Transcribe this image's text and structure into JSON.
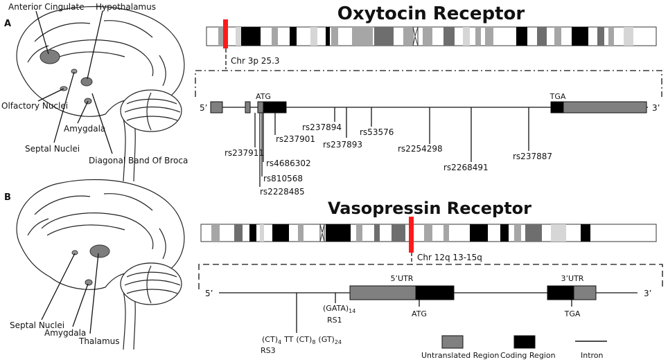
{
  "panel_a": {
    "letter": "A",
    "title": "Oxytocin Receptor",
    "chromosome_label": "Chr 3p 25.3",
    "five_prime": "5’",
    "three_prime": "3’",
    "start_codon": "ATG",
    "stop_codon": "TGA",
    "brain_labels": {
      "anterior_cingulate": "Anterior Cingulate",
      "hypothalamus": "Hypothalamus",
      "olfactory_nuclei": "Olfactory Nuclei",
      "amygdala": "Amygdala",
      "septal_nuclei": "Septal Nuclei",
      "diagonal_band": "Diagonal Band Of Broca"
    },
    "snps": {
      "rs237911": "rs237911",
      "rs237901": "rs237901",
      "rs4686302": "rs4686302",
      "rs810568": "rs810568",
      "rs2228485": "rs2228485",
      "rs237894": "rs237894",
      "rs237893": "rs237893",
      "rs53576": "rs53576",
      "rs2254298": "rs2254298",
      "rs2268491": "rs2268491",
      "rs237887": "rs237887"
    },
    "chromosome_colors": {
      "band_black": "#000000",
      "band_dark": "#6e6e6e",
      "band_mid": "#a6a6a6",
      "band_light": "#d6d6d6",
      "marker": "#ff1a1a"
    }
  },
  "panel_b": {
    "letter": "B",
    "title": "Vasopressin Receptor",
    "chromosome_label": "Chr 12q 13-15q",
    "five_prime": "5’",
    "three_prime": "3’",
    "utr5": "5’UTR",
    "utr3": "3’UTR",
    "start_codon": "ATG",
    "stop_codon": "TGA",
    "gata": "(GATA)",
    "gata_sub": "14",
    "rs1": "RS1",
    "ct_repeat": "(CT)",
    "ct_sub": "4",
    "tt": "TT",
    "ct2": "(CT)",
    "ct2_sub": "8",
    "gt": "(GT)",
    "gt_sub": "24",
    "rs3": "RS3",
    "brain_labels": {
      "septal_nuclei": "Septal Nuclei",
      "amygdala": "Amygdala",
      "thalamus": "Thalamus"
    }
  },
  "legend": {
    "untranslated": "Untranslated Region",
    "coding": "Coding Region",
    "intron": "Intron",
    "untranslated_color": "#808080",
    "coding_color": "#000000"
  }
}
